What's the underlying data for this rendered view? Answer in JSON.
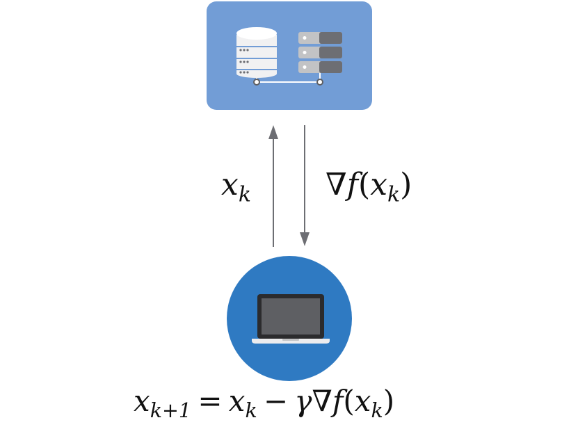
{
  "colors": {
    "server_box": "#729dd6",
    "client_circle": "#2f7ac2",
    "arrow": "#6d6e73",
    "icon_light": "#f1f1f2",
    "icon_mid": "#c2c3c5",
    "icon_dark": "#6d6e73",
    "screen": "#5e5f63",
    "laptop_body": "#ececee",
    "text": "#111111"
  },
  "icons": {
    "database": "database-icon",
    "server_rack": "server-rack-icon",
    "laptop": "laptop-icon"
  },
  "labels": {
    "up": {
      "var": "x",
      "sub": "k"
    },
    "down": {
      "nabla": "∇",
      "f": "f",
      "open": "(",
      "var": "x",
      "sub": "k",
      "close": ")"
    },
    "update": {
      "lhs_var": "x",
      "lhs_sub": "k+1",
      "eq": "=",
      "rhs_var": "x",
      "rhs_sub": "k",
      "minus": "−",
      "gamma": "γ",
      "nabla": "∇",
      "f": "f",
      "open": "(",
      "arg_var": "x",
      "arg_sub": "k",
      "close": ")"
    }
  }
}
